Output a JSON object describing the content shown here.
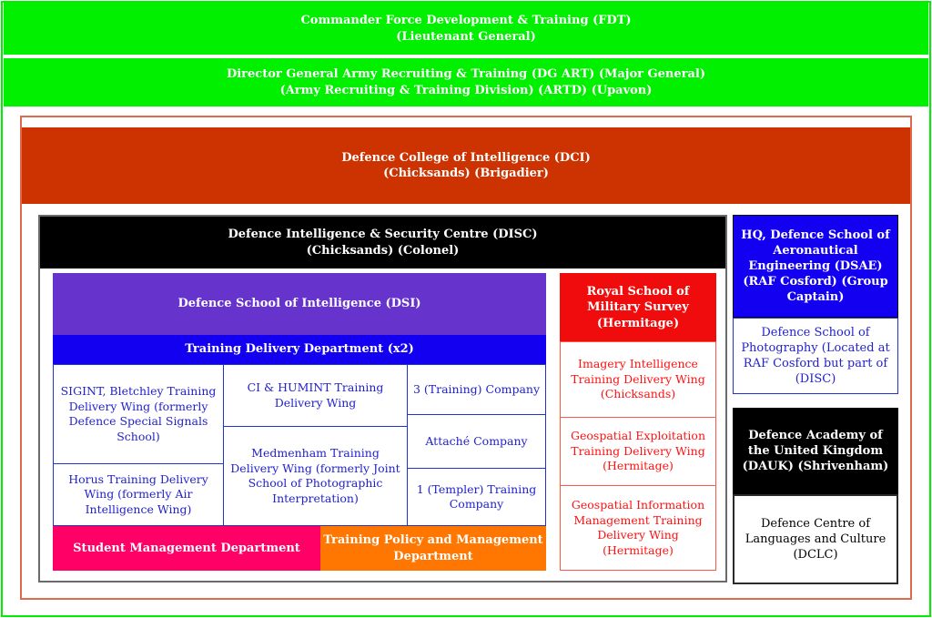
{
  "banners": {
    "fdt": {
      "line1": "Commander Force Development & Training (FDT)",
      "line2": "(Lieutenant General)"
    },
    "dgart": {
      "line1": "Director General Army Recruiting & Training (DG ART) (Major General)",
      "line2": "(Army Recruiting & Training Division) (ARTD) (Upavon)"
    },
    "dci": {
      "line1": "Defence College of Intelligence (DCI)",
      "line2": "(Chicksands) (Brigadier)"
    },
    "disc": {
      "line1": "Defence Intelligence & Security Centre (DISC)",
      "line2": "(Chicksands) (Colonel)"
    }
  },
  "dsi": {
    "header": "Defence School of Intelligence (DSI)",
    "tdd_header": "Training Delivery Department (x2)",
    "wings": {
      "sigint": "SIGINT, Bletchley Training Delivery Wing (formerly Defence Special Signals School)",
      "horus": "Horus Training Delivery Wing (formerly Air Intelligence Wing)",
      "ci_humint": "CI & HUMINT Training Delivery Wing",
      "medmenham": "Medmenham Training Delivery Wing (formerly Joint School of Photographic Interpretation)",
      "company_3": "3 (Training) Company",
      "attache": "Attaché Company",
      "templer": "1 (Templer) Training Company"
    },
    "smd": "Student Management Department",
    "tpmd": "Training Policy and Management Department"
  },
  "rsms": {
    "header": "Royal School of Military Survey (Hermitage)",
    "imagery": "Imagery Intelligence Training Delivery Wing (Chicksands)",
    "geo_exploitation": "Geospatial Exploitation Training Delivery Wing (Hermitage)",
    "geo_information": "Geospatial Information Management Training Delivery Wing (Hermitage)"
  },
  "right_column": {
    "dsae": "HQ, Defence School of Aeronautical Engineering (DSAE) (RAF Cosford) (Group Captain)",
    "photography": "Defence School of Photography (Located at RAF Cosford but part of (DISC)",
    "dauk": "Defence Academy of the United Kingdom (DAUK) (Shrivenham)",
    "dclc": "Defence Centre of Languages and Culture (DCLC)"
  },
  "colors": {
    "banner_green": "#00F000",
    "frame_green": "#00EE00",
    "dci_red": "#CC3300",
    "container_border_salmon": "#E06A4C",
    "disc_black": "#000000",
    "group_border_gray": "#6B6B6B",
    "dsi_purple": "#6633CC",
    "tdd_blue": "#1400F0",
    "cell_text_blue": "#2222CC",
    "smd_pink": "#FF0066",
    "tpmd_orange": "#FF7700",
    "rsms_red": "#F00C0C",
    "red_text": "#FF1111",
    "dsae_blue": "#1400F0",
    "dauk_black": "#000000"
  }
}
